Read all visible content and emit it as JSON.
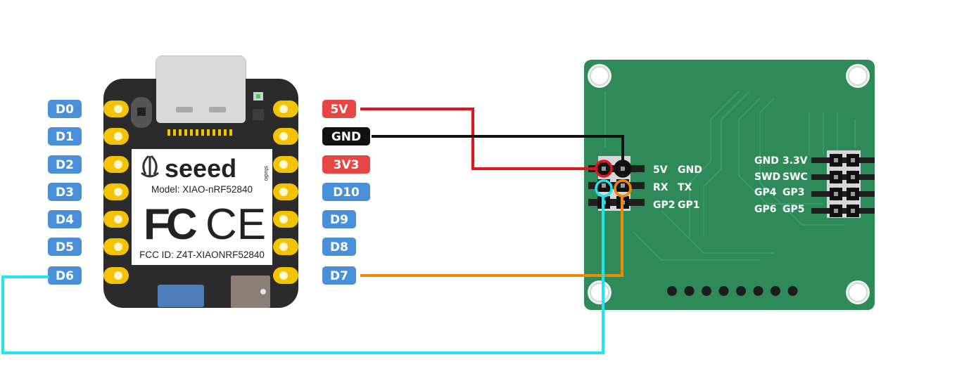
{
  "colors": {
    "background": "#ffffff",
    "board_body": "#2b2b2b",
    "pad_gold": "#f3c300",
    "pcb_green": "#2f8a5a",
    "label_blue": "#4a90d9",
    "label_red": "#e84545",
    "label_black": "#111111",
    "wire_red": "#e4141b",
    "wire_black": "#111111",
    "wire_orange": "#f08a00",
    "wire_cyan": "#1ee6ee"
  },
  "xiao": {
    "brand": "seeed",
    "brand_sub": "studio",
    "model": "Model: XIAO-nRF52840",
    "fcc_logo": "FC",
    "ce_logo": "CE",
    "fcc_id": "FCC ID: Z4T-XIAONRF52840"
  },
  "pins_left": [
    {
      "label": "D0",
      "color": "blue"
    },
    {
      "label": "D1",
      "color": "blue"
    },
    {
      "label": "D2",
      "color": "blue"
    },
    {
      "label": "D3",
      "color": "blue"
    },
    {
      "label": "D4",
      "color": "blue"
    },
    {
      "label": "D5",
      "color": "blue"
    },
    {
      "label": "D6",
      "color": "blue"
    }
  ],
  "pins_right": [
    {
      "label": "5V",
      "color": "red"
    },
    {
      "label": "GND",
      "color": "black"
    },
    {
      "label": "3V3",
      "color": "red"
    },
    {
      "label": "D10",
      "color": "blue"
    },
    {
      "label": "D9",
      "color": "blue"
    },
    {
      "label": "D8",
      "color": "blue"
    },
    {
      "label": "D7",
      "color": "blue"
    }
  ],
  "module": {
    "left_header_labels": [
      {
        "a": "5V",
        "b": "GND"
      },
      {
        "a": "RX",
        "b": "TX"
      },
      {
        "a": "GP2",
        "b": "GP1"
      }
    ],
    "right_header_labels": [
      {
        "a": "GND",
        "b": "3.3V"
      },
      {
        "a": "SWD",
        "b": "SWC"
      },
      {
        "a": "GP4",
        "b": "GP3"
      },
      {
        "a": "GP6",
        "b": "GP5"
      }
    ]
  },
  "connections": [
    {
      "from": "5V",
      "to": "5V",
      "color": "red"
    },
    {
      "from": "GND",
      "to": "GND",
      "color": "black"
    },
    {
      "from": "D7",
      "to": "TX",
      "color": "orange"
    },
    {
      "from": "D6",
      "to": "RX",
      "color": "cyan"
    }
  ]
}
